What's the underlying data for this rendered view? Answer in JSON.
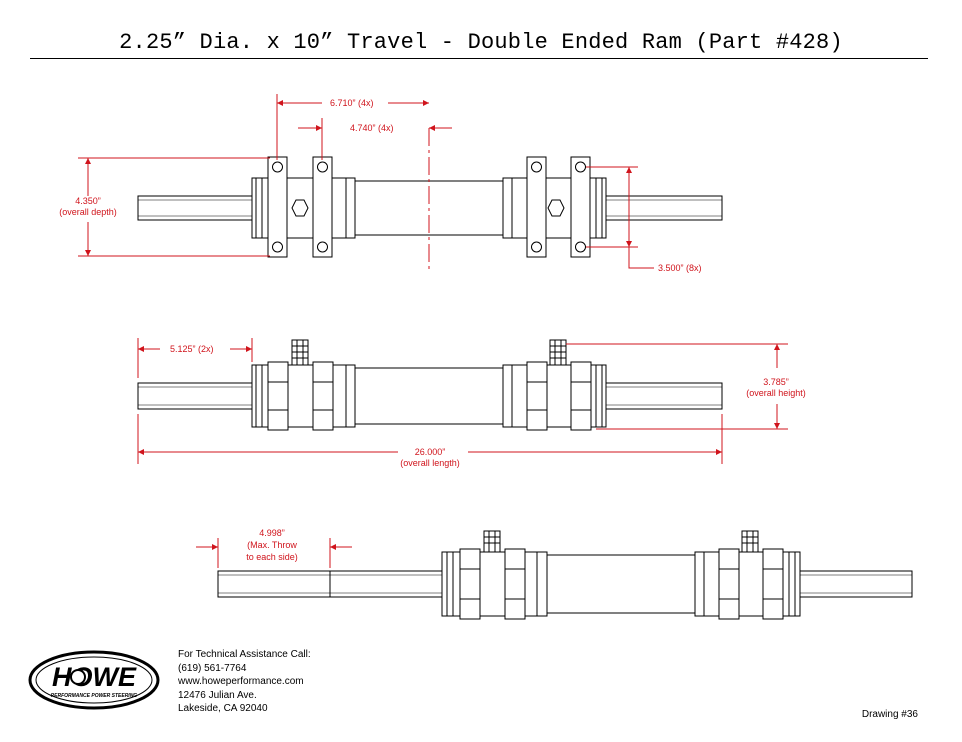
{
  "title": "2.25” Dia. x 10” Travel - Double Ended Ram (Part #428)",
  "colors": {
    "dimension": "#d0141c",
    "line": "#000000"
  },
  "top_view": {
    "dim_center_spacing": "6.710” (4x)",
    "dim_clamp_width": "4.740” (4x)",
    "dim_depth_value": "4.350”",
    "dim_depth_label": "(overall depth)",
    "dim_hole_spacing": "3.500” (8x)"
  },
  "side_view": {
    "dim_rod_length": "5.125” (2x)",
    "dim_height_value": "3.785”",
    "dim_height_label": "(overall height)",
    "dim_length_value": "26.000”",
    "dim_length_label": "(overall length)"
  },
  "throw_view": {
    "dim_throw_line1": "4.998”",
    "dim_throw_line2": "(Max. Throw",
    "dim_throw_line3": "to each side)"
  },
  "logo": {
    "brand": "HOWE",
    "tagline": "PERFORMANCE POWER STEERING"
  },
  "contact": {
    "heading": "For Technical Assistance Call:",
    "phone": "(619) 561-7764",
    "website": "www.howeperformance.com",
    "street": "12476 Julian Ave.",
    "city": "Lakeside, CA 92040"
  },
  "drawing_number": "Drawing #36"
}
